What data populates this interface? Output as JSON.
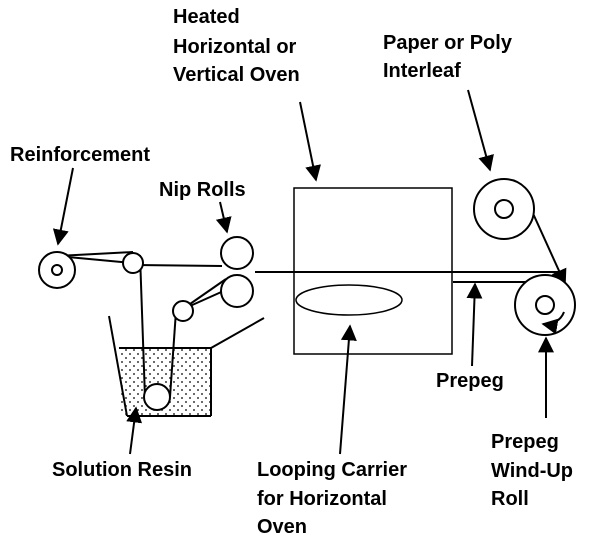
{
  "labels": {
    "oven": [
      "Heated",
      "Horizontal or",
      "Vertical Oven"
    ],
    "interleaf": [
      "Paper or Poly",
      "Interleaf"
    ],
    "reinforcement": "Reinforcement",
    "nip_rolls": "Nip Rolls",
    "prepeg": "Prepeg",
    "solution_resin": "Solution Resin",
    "looping_carrier": [
      "Looping Carrier",
      "for Horizontal",
      "Oven"
    ],
    "windup_roll": [
      "Prepeg",
      "Wind-Up",
      "Roll"
    ]
  }
}
